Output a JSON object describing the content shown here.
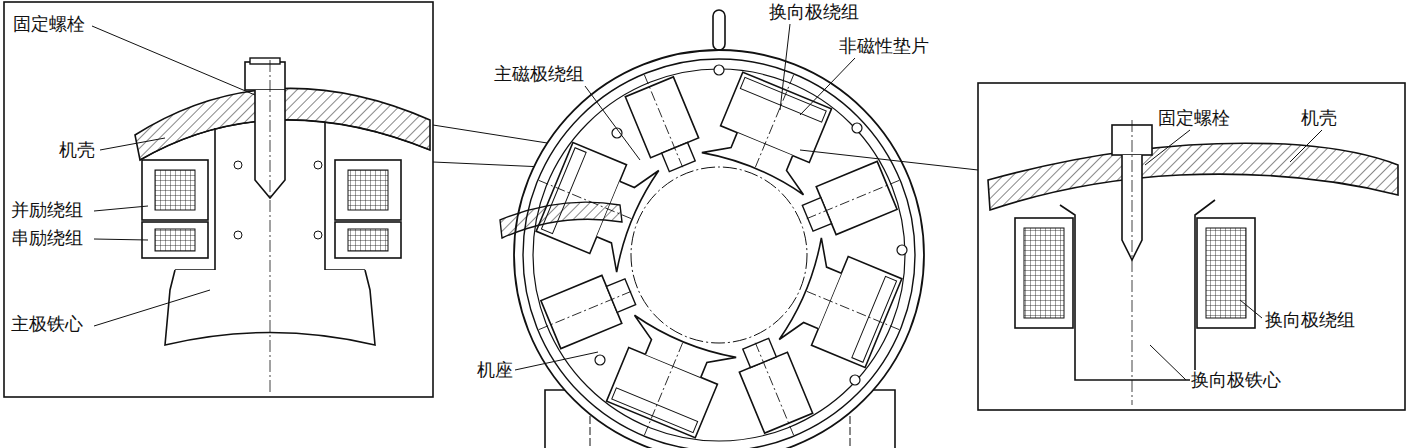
{
  "diagram": {
    "labels": [
      "固定螺栓",
      "机壳",
      "并励绕组",
      "串励绕组",
      "主极铁心",
      "主磁极绕组",
      "换向极绕组",
      "非磁性垫片",
      "机座",
      "固定螺栓",
      "机壳",
      "换向极绕组",
      "换向极铁心"
    ]
  }
}
